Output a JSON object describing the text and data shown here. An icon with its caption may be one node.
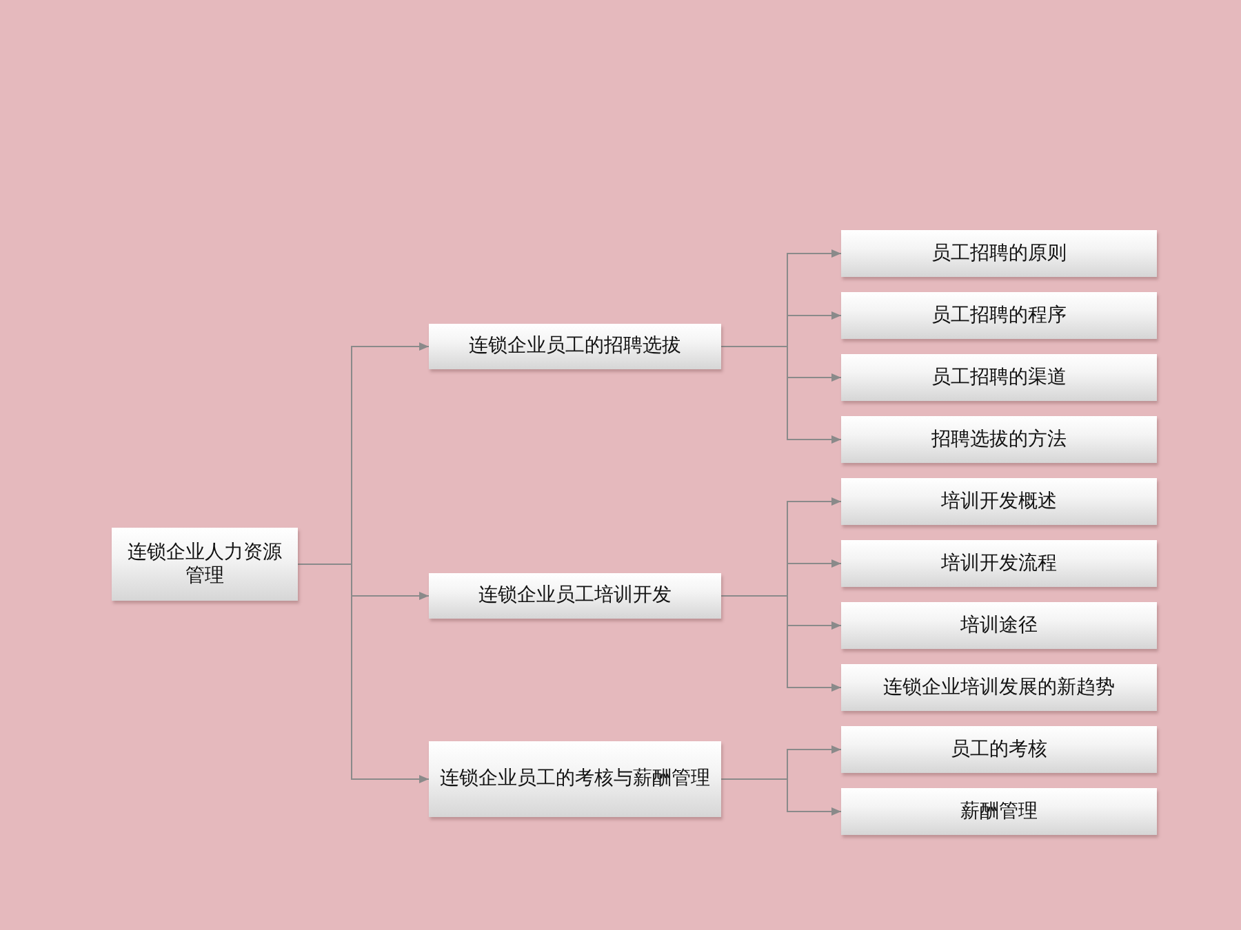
{
  "diagram": {
    "nodes": [
      {
        "text": [
          "连锁企业人力资源管理"
        ]
      },
      {
        "text": [
          "连锁企业员工的招聘选拔"
        ]
      },
      {
        "text": [
          "员工招聘的原则"
        ]
      },
      {
        "text": [
          "员工招聘的程序"
        ]
      },
      {
        "text": [
          "员工招聘的渠道"
        ]
      },
      {
        "text": [
          "招聘选拔的方法"
        ]
      },
      {
        "text": [
          "连锁企业员工培训开发"
        ]
      },
      {
        "text": [
          "培训开发概述"
        ]
      },
      {
        "text": [
          "培训开发流程"
        ]
      },
      {
        "text": [
          "培训途径"
        ]
      },
      {
        "text": [
          "连锁企业培训发展的新趋势"
        ]
      },
      {
        "text": [
          "连锁企业员工的考核与薪酬管理"
        ]
      },
      {
        "text": [
          "员工的考核"
        ]
      },
      {
        "text": [
          "薪酬管理"
        ]
      }
    ],
    "edges": [
      {
        "from": 0,
        "to": 1,
        "arrow": "to"
      },
      {
        "from": 0,
        "to": 6,
        "arrow": "to"
      },
      {
        "from": 0,
        "to": 11,
        "arrow": "to"
      },
      {
        "from": 1,
        "to": 2,
        "arrow": "to"
      },
      {
        "from": 1,
        "to": 3,
        "arrow": "to"
      },
      {
        "from": 1,
        "to": 4,
        "arrow": "to"
      },
      {
        "from": 1,
        "to": 5,
        "arrow": "to"
      },
      {
        "from": 6,
        "to": 7,
        "arrow": "to"
      },
      {
        "from": 6,
        "to": 8,
        "arrow": "to"
      },
      {
        "from": 6,
        "to": 9,
        "arrow": "to"
      },
      {
        "from": 6,
        "to": 10,
        "arrow": "to"
      },
      {
        "from": 11,
        "to": 12,
        "arrow": "to"
      },
      {
        "from": 11,
        "to": 13,
        "arrow": "to"
      }
    ]
  }
}
